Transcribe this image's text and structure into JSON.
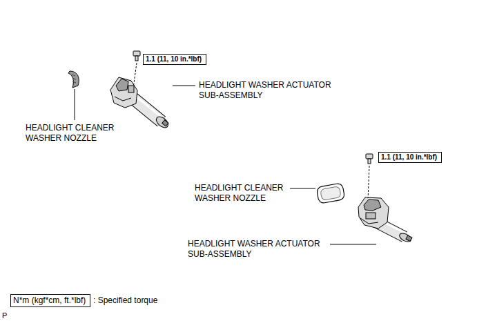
{
  "diagram": {
    "nodes": [
      {
        "text": [
          "1.1 (11, 10 in.*lbf)"
        ]
      },
      {
        "text": [
          "1.1 (11, 10 in.*lbf)"
        ]
      },
      {
        "text": [
          "N*m (kgf*cm, ft.*lbf)"
        ]
      }
    ],
    "labels": [
      "HEADLIGHT WASHER ACTUATOR SUB-ASSEMBLY",
      "HEADLIGHT CLEANER WASHER NOZZLE",
      "HEADLIGHT CLEANER WASHER NOZZLE",
      "HEADLIGHT WASHER ACTUATOR SUB-ASSEMBLY",
      "P"
    ],
    "legend": [
      {
        "text": ": Specified torque"
      }
    ]
  }
}
